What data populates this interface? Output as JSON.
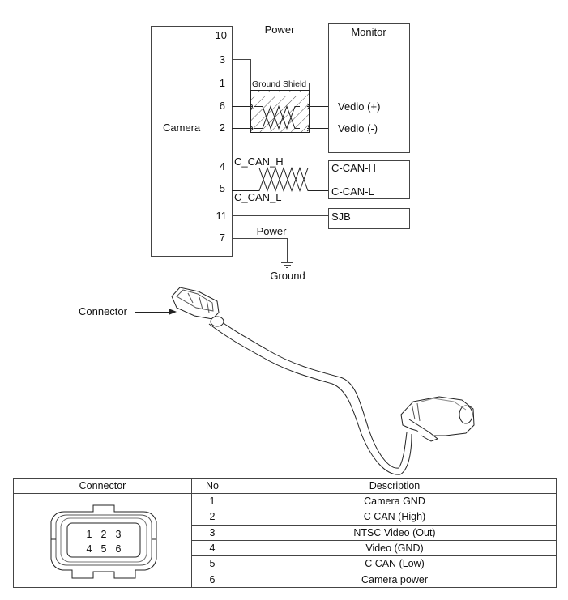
{
  "schematic": {
    "camera": {
      "label": "Camera",
      "pins": [
        "10",
        "3",
        "1",
        "6",
        "2",
        "4",
        "5",
        "11",
        "7"
      ]
    },
    "wires": {
      "power_top": "Power",
      "ground_shield": "Ground Shield",
      "c_can_h": "C_CAN_H",
      "c_can_l": "C_CAN_L",
      "power_bottom": "Power",
      "ground": "Ground"
    },
    "monitor": {
      "label": "Monitor",
      "video_plus": "Vedio (+)",
      "video_minus": "Vedio (-)"
    },
    "can_box": {
      "high": "C-CAN-H",
      "low": "C-CAN-L"
    },
    "sjb": {
      "label": "SJB"
    }
  },
  "illustration": {
    "connector_callout": "Connector"
  },
  "pin_table": {
    "headers": [
      "Connector",
      "No",
      "Description"
    ],
    "connector_face_pins": {
      "row1": [
        "1",
        "2",
        "3"
      ],
      "row2": [
        "4",
        "5",
        "6"
      ]
    },
    "rows": [
      {
        "no": "1",
        "description": "Camera GND"
      },
      {
        "no": "2",
        "description": "C CAN (High)"
      },
      {
        "no": "3",
        "description": "NTSC Video (Out)"
      },
      {
        "no": "4",
        "description": "Video (GND)"
      },
      {
        "no": "5",
        "description": "C CAN (Low)"
      },
      {
        "no": "6",
        "description": "Camera power"
      }
    ]
  }
}
